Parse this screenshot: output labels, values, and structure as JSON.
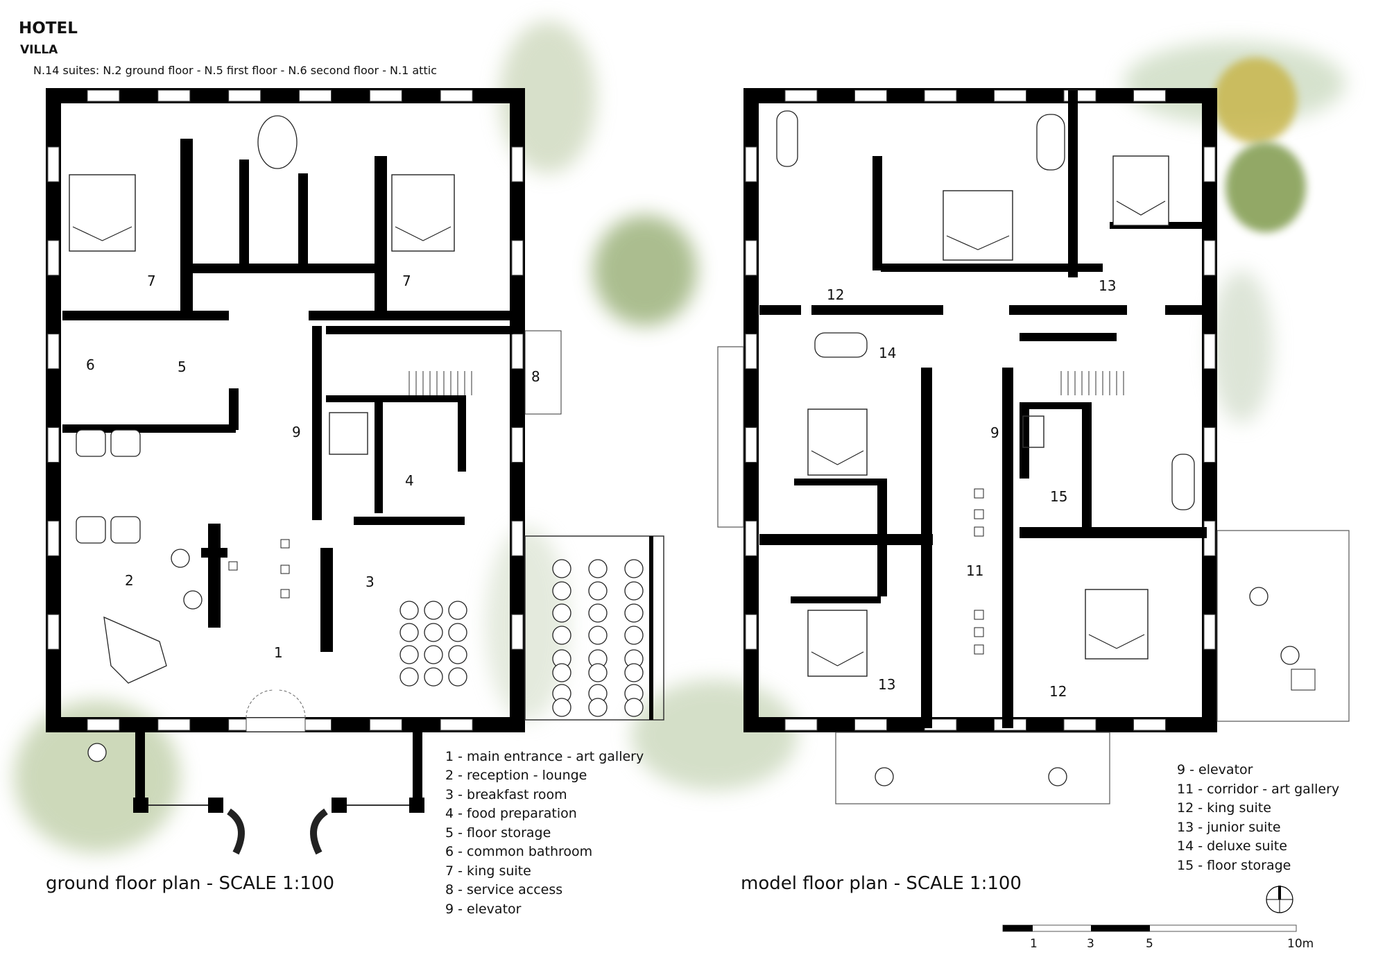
{
  "header": {
    "title": "HOTEL",
    "subtitle": "VILLA",
    "summary": "N.14 suites: N.2 ground floor - N.5 first floor - N.6 second floor - N.1 attic"
  },
  "ground_plan": {
    "title": "ground floor plan - SCALE 1:100",
    "room_numbers": [
      "7",
      "7",
      "6",
      "5",
      "8",
      "9",
      "4",
      "2",
      "3",
      "1"
    ],
    "legend": [
      "1 - main entrance - art gallery",
      "2 - reception - lounge",
      "3 - breakfast room",
      "4 - food preparation",
      "5 - floor storage",
      "6 - common bathroom",
      "7 - king suite",
      "8 - service access",
      "9 - elevator"
    ]
  },
  "model_plan": {
    "title": "model floor plan - SCALE 1:100",
    "room_numbers": [
      "12",
      "13",
      "14",
      "9",
      "15",
      "11",
      "13",
      "12"
    ],
    "legend": [
      "9 - elevator",
      "11 - corridor - art gallery",
      "12 - king  suite",
      "13 -  junior suite",
      "14 - deluxe suite",
      "15 - floor storage"
    ]
  },
  "scale_bar": {
    "ticks": [
      "1",
      "3",
      "5",
      "10m"
    ]
  },
  "colors": {
    "wall": "#000000",
    "watercolor_green": "#a9c08a",
    "watercolor_yellow": "#c9b84a",
    "watercolor_dark_green": "#7f9a4c"
  }
}
